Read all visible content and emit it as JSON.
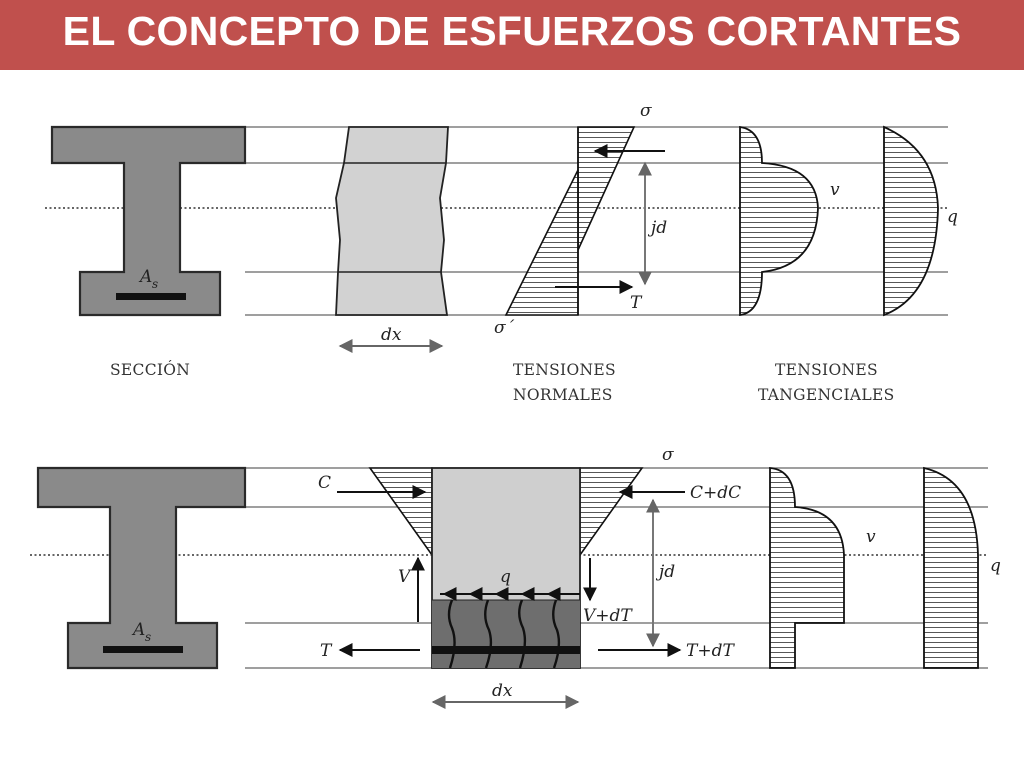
{
  "title": "EL CONCEPTO DE ESFUERZOS CORTANTES",
  "colors": {
    "title_bar": "#c0504d",
    "title_text": "#ffffff",
    "section_fill": "#8a8a8a",
    "cracked_zone": "#6e6e6e",
    "element_fill": "#cfcfcf"
  },
  "top_diagram": {
    "captions": {
      "section": "SECCIÓN",
      "normal_1": "TENSIONES",
      "normal_2": "NORMALES",
      "tangential_1": "TENSIONES",
      "tangential_2": "TANGENCIALES"
    },
    "labels": {
      "As": "A",
      "As_sub": "s",
      "dx": "dx",
      "sigma": "σ",
      "sigma_prime": "σ´",
      "jd": "jd",
      "T": "T",
      "v": "v",
      "q": "q"
    }
  },
  "bottom_diagram": {
    "labels": {
      "As": "A",
      "As_sub": "s",
      "C": "C",
      "C_dC": "C+dC",
      "sigma": "σ",
      "V": "V",
      "V_dT": "V+dT",
      "q_shear": "q",
      "jd": "jd",
      "T": "T",
      "T_dT": "T+dT",
      "dx": "dx",
      "v": "v",
      "q": "q"
    }
  }
}
